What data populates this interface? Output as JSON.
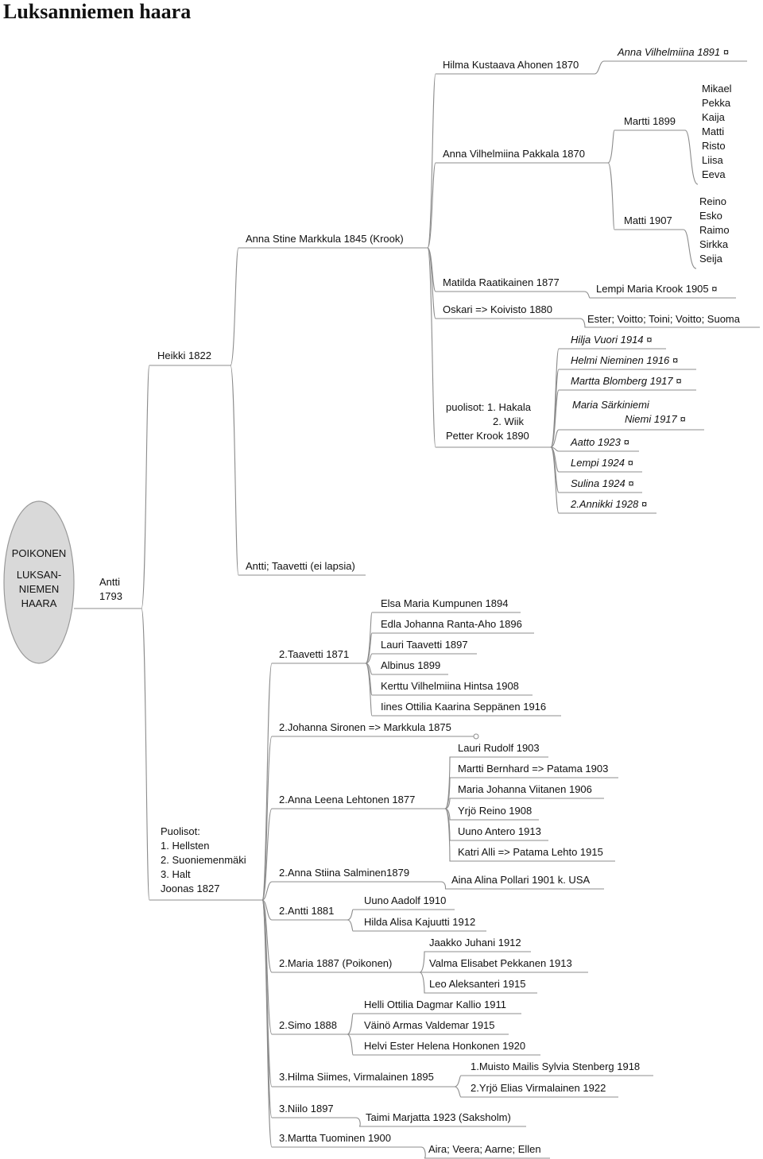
{
  "title": "Luksanniemen haara",
  "root": [
    "POIKONEN",
    "LUKSAN-",
    "NIEMEN",
    "HAARA"
  ],
  "antti": [
    "Antti",
    "1793"
  ],
  "heikki": "Heikki 1822",
  "anna_stine": "Anna Stine Markkula 1845 (Krook)",
  "hilma_k": "Hilma Kustaava Ahonen 1870",
  "anna_v1891": "Anna Vilhelmiina 1891 ¤",
  "anna_v_pakkala": "Anna Vilhelmiina Pakkala 1870",
  "martti1899": "Martti 1899",
  "martti1899_children": [
    "Mikael",
    "Pekka",
    "Kaija",
    "Matti",
    "Risto",
    "Liisa",
    "Eeva"
  ],
  "matti1907": "Matti 1907",
  "matti1907_children": [
    "Reino",
    "Esko",
    "Raimo",
    "Sirkka",
    "Seija"
  ],
  "matilda": "Matilda Raatikainen 1877",
  "lempi_maria": "Lempi Maria Krook 1905 ¤",
  "oskari": "Oskari => Koivisto 1880",
  "oskari_children": "Ester; Voitto; Toini; Voitto; Suoma",
  "petter": [
    "puolisot: 1. Hakala",
    "2. Wiik",
    "Petter Krook 1890"
  ],
  "petter_children": [
    "Hilja Vuori 1914 ¤",
    "Helmi Nieminen 1916 ¤",
    "Martta Blomberg 1917 ¤",
    "Maria Särkiniemi",
    "Niemi 1917 ¤",
    "Aatto 1923 ¤",
    "Lempi 1924 ¤",
    "Sulina 1924 ¤",
    "2.Annikki 1928 ¤"
  ],
  "antti_taavetti": "Antti; Taavetti (ei lapsia)",
  "joonas": [
    "Puolisot:",
    "1. Hellsten",
    "2. Suoniemenmäki",
    "3. Halt",
    "Joonas 1827"
  ],
  "taavetti1871": "2.Taavetti 1871",
  "taavetti_children": [
    "Elsa Maria Kumpunen 1894",
    "Edla Johanna Ranta-Aho 1896",
    "Lauri Taavetti 1897",
    "Albinus 1899",
    "Kerttu Vilhelmiina Hintsa 1908",
    "Iines Ottilia Kaarina Seppänen 1916"
  ],
  "johanna": "2.Johanna Sironen => Markkula 1875",
  "anna_leena": "2.Anna Leena Lehtonen 1877",
  "anna_leena_children": [
    "Lauri Rudolf 1903",
    "Martti Bernhard => Patama 1903",
    "Maria Johanna Viitanen 1906",
    "Yrjö Reino 1908",
    "Uuno Antero 1913",
    "Katri Alli => Patama Lehto 1915"
  ],
  "anna_stiina": "2.Anna Stiina Salminen1879",
  "aina_alina": "Aina Alina Pollari 1901 k. USA",
  "antti1881": "2.Antti 1881",
  "antti1881_children": [
    "Uuno Aadolf 1910",
    "Hilda Alisa Kajuutti 1912"
  ],
  "maria1887": "2.Maria 1887 (Poikonen)",
  "maria1887_children": [
    "Jaakko Juhani 1912",
    "Valma Elisabet Pekkanen 1913",
    "Leo Aleksanteri 1915"
  ],
  "simo1888": "2.Simo 1888",
  "simo1888_children": [
    "Helli Ottilia Dagmar Kallio 1911",
    "Väinö Armas Valdemar 1915",
    "Helvi Ester Helena Honkonen 1920"
  ],
  "hilma_siimes": "3.Hilma Siimes, Virmalainen 1895",
  "hilma_siimes_children": [
    "1.Muisto Mailis Sylvia Stenberg 1918",
    "2.Yrjö Elias Virmalainen 1922"
  ],
  "niilo1897": "3.Niilo 1897",
  "taimi": "Taimi Marjatta 1923 (Saksholm)",
  "martta_tuominen": "3.Martta Tuominen 1900",
  "martta_children": "Aira; Veera; Aarne; Ellen",
  "colors": {
    "ellipse_fill": "#d9d9d9",
    "ellipse_stroke": "#9a9a9a",
    "line": "#8c8c8c"
  }
}
